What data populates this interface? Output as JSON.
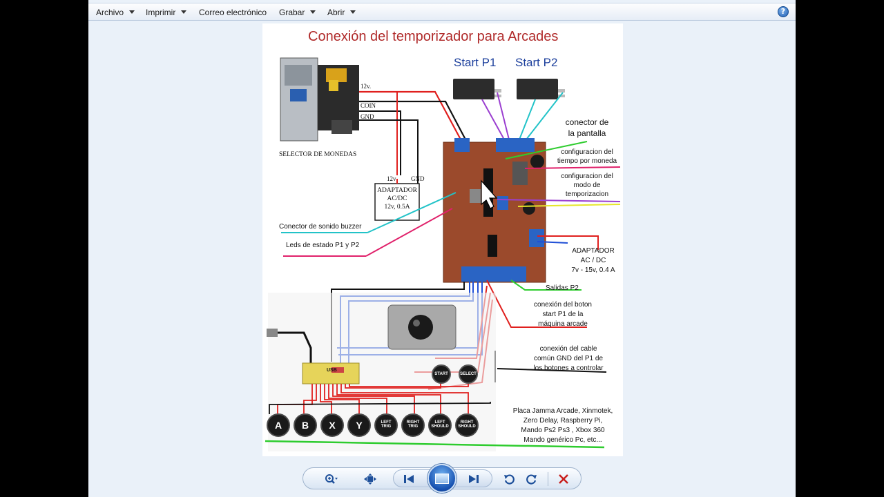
{
  "menu": {
    "items": [
      {
        "label": "Archivo",
        "has_arrow": true
      },
      {
        "label": "Imprimir",
        "has_arrow": true
      },
      {
        "label": "Correo electrónico",
        "has_arrow": false
      },
      {
        "label": "Grabar",
        "has_arrow": true
      },
      {
        "label": "Abrir",
        "has_arrow": true
      }
    ],
    "help_icon": "help-icon",
    "help_glyph": "?"
  },
  "diagram": {
    "title": "Conexión del temporizador para Arcades",
    "start_p1": "Start P1",
    "start_p2": "Start P2",
    "coin_12v": "12v.",
    "coin_coin": "COIN",
    "coin_gnd": "GND",
    "coin_selector": "SELECTOR DE MONEDAS",
    "adapter_12v": "12v",
    "adapter_gnd": "GND",
    "adapter_line1": "ADAPTADOR",
    "adapter_line2": "AC/DC",
    "adapter_line3": "12v, 0.5A",
    "screen_connector_1": "conector de",
    "screen_connector_2": "la pantalla",
    "config_time_1": "configuracion del",
    "config_time_2": "tiempo por moneda",
    "config_mode_1": "configuracion del",
    "config_mode_2": "modo de",
    "config_mode_3": "temporizacion",
    "buzzer": "Conector de sonido buzzer",
    "leds": "Leds de estado P1 y P2",
    "adapter2_1": "ADAPTADOR",
    "adapter2_2": "AC / DC",
    "adapter2_3": "7v - 15v, 0.4 A",
    "salidas": "Salidas P2",
    "start_btn_1": "conexión del boton",
    "start_btn_2": "start P1 de la",
    "start_btn_3": "máquina arcade",
    "gnd_1": "conexión del cable",
    "gnd_2": "común GND del P1 de",
    "gnd_3": "los botones a controlar",
    "jamma_1": "Placa Jamma Arcade, Xinmotek,",
    "jamma_2": "Zero Delay, Raspberry Pi,",
    "jamma_3": "Mando Ps2 Ps3 , Xbox 360",
    "jamma_4": "Mando genérico Pc, etc...",
    "btn_start": "START",
    "btn_select": "SELECT",
    "usb": "USB",
    "buttons": [
      {
        "top": "A",
        "bottom": ""
      },
      {
        "top": "B",
        "bottom": ""
      },
      {
        "top": "X",
        "bottom": ""
      },
      {
        "top": "Y",
        "bottom": ""
      },
      {
        "top": "LEFT",
        "bottom": "TRIG"
      },
      {
        "top": "RIGHT",
        "bottom": "TRIG"
      },
      {
        "top": "LEFT",
        "bottom": "SHOULD"
      },
      {
        "top": "RIGHT",
        "bottom": "SHOULD"
      }
    ]
  },
  "toolbar": {
    "zoom_icon": "zoom-icon",
    "fit_icon": "fit-to-window-icon",
    "prev_icon": "previous-icon",
    "slideshow_icon": "slideshow-icon",
    "next_icon": "next-icon",
    "rotate_ccw_icon": "rotate-counterclockwise-icon",
    "rotate_cw_icon": "rotate-clockwise-icon",
    "delete_icon": "delete-icon"
  },
  "colors": {
    "pcb": "#9b4a2c",
    "title": "#b02a2a",
    "start_label": "#1c3f9c",
    "wire_red": "#e0201e",
    "wire_black": "#111111",
    "wire_blue": "#1f4fd6",
    "wire_green": "#2ecc2e",
    "wire_purple": "#9b3fd0",
    "wire_cyan": "#22c3c8",
    "wire_magenta": "#e0206a",
    "wire_yellow": "#e6e62a"
  }
}
